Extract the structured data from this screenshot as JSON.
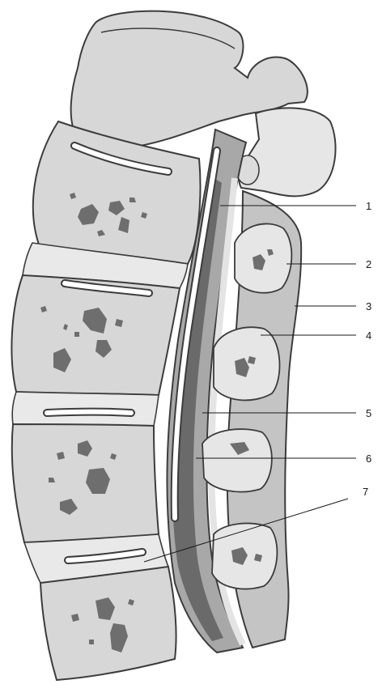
{
  "diagram": {
    "labels": [
      "1",
      "2",
      "3",
      "4",
      "5",
      "6",
      "7"
    ]
  },
  "colors": {
    "bone": "#d7d7d7",
    "bone_light": "#e9e9e9",
    "outline": "#3c3c3c",
    "spots": "#6e6e6e",
    "cord_dark": "#6a6a6a",
    "canal": "#a8a8a8",
    "leader": "#1a1a1a"
  }
}
